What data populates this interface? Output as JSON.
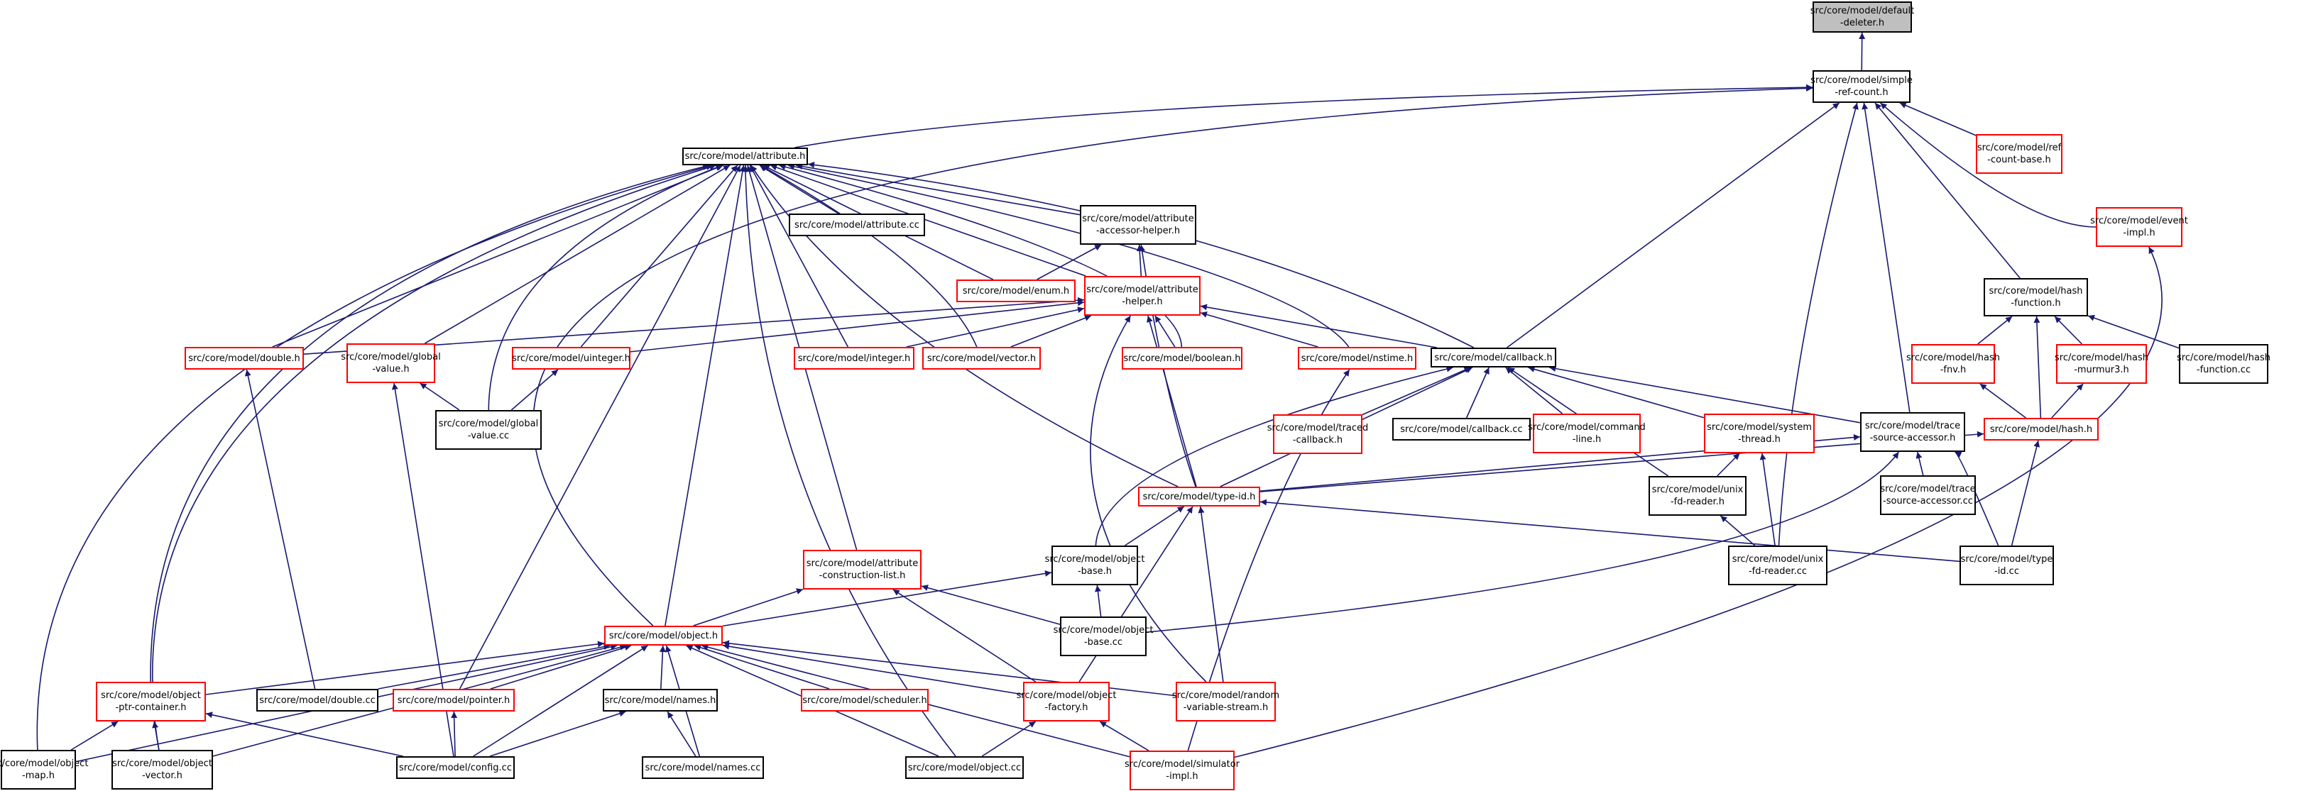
{
  "diagram": {
    "title": "",
    "colors": {
      "edge": "#191970",
      "black_border": "#000000",
      "red_border": "#ff0000",
      "root_fill": "#bfbfbf"
    },
    "nodes": [
      {
        "id": "default_deleter",
        "lines": [
          "src/core/model/default",
          "-deleter.h"
        ],
        "border": "root"
      },
      {
        "id": "simple_ref_count",
        "lines": [
          "src/core/model/simple",
          "-ref-count.h"
        ],
        "border": "black"
      },
      {
        "id": "ref_count_base",
        "lines": [
          "src/core/model/ref",
          "-count-base.h"
        ],
        "border": "red"
      },
      {
        "id": "event_impl",
        "lines": [
          "src/core/model/event",
          "-impl.h"
        ],
        "border": "red"
      },
      {
        "id": "attribute_h",
        "lines": [
          "src/core/model/attribute.h"
        ],
        "border": "black"
      },
      {
        "id": "attribute_cc",
        "lines": [
          "src/core/model/attribute.cc"
        ],
        "border": "black"
      },
      {
        "id": "attr_accessor_helper",
        "lines": [
          "src/core/model/attribute",
          "-accessor-helper.h"
        ],
        "border": "black"
      },
      {
        "id": "enum_h",
        "lines": [
          "src/core/model/enum.h"
        ],
        "border": "red"
      },
      {
        "id": "attr_helper",
        "lines": [
          "src/core/model/attribute",
          "-helper.h"
        ],
        "border": "red"
      },
      {
        "id": "hash_function_h",
        "lines": [
          "src/core/model/hash",
          "-function.h"
        ],
        "border": "black"
      },
      {
        "id": "hash_fnv",
        "lines": [
          "src/core/model/hash",
          "-fnv.h"
        ],
        "border": "red"
      },
      {
        "id": "hash_murmur3",
        "lines": [
          "src/core/model/hash",
          "-murmur3.h"
        ],
        "border": "red"
      },
      {
        "id": "hash_function_cc",
        "lines": [
          "src/core/model/hash",
          "-function.cc"
        ],
        "border": "black"
      },
      {
        "id": "double_h",
        "lines": [
          "src/core/model/double.h"
        ],
        "border": "red"
      },
      {
        "id": "global_value_h",
        "lines": [
          "src/core/model/global",
          "-value.h"
        ],
        "border": "red"
      },
      {
        "id": "uinteger_h",
        "lines": [
          "src/core/model/uinteger.h"
        ],
        "border": "red"
      },
      {
        "id": "integer_h",
        "lines": [
          "src/core/model/integer.h"
        ],
        "border": "red"
      },
      {
        "id": "vector_h",
        "lines": [
          "src/core/model/vector.h"
        ],
        "border": "red"
      },
      {
        "id": "boolean_h",
        "lines": [
          "src/core/model/boolean.h"
        ],
        "border": "red"
      },
      {
        "id": "nstime_h",
        "lines": [
          "src/core/model/nstime.h"
        ],
        "border": "red"
      },
      {
        "id": "callback_h",
        "lines": [
          "src/core/model/callback.h"
        ],
        "border": "black"
      },
      {
        "id": "global_value_cc",
        "lines": [
          "src/core/model/global",
          "-value.cc"
        ],
        "border": "black"
      },
      {
        "id": "traced_callback",
        "lines": [
          "src/core/model/traced",
          "-callback.h"
        ],
        "border": "red"
      },
      {
        "id": "callback_cc",
        "lines": [
          "src/core/model/callback.cc"
        ],
        "border": "black"
      },
      {
        "id": "command_line",
        "lines": [
          "src/core/model/command",
          "-line.h"
        ],
        "border": "red"
      },
      {
        "id": "system_thread",
        "lines": [
          "src/core/model/system",
          "-thread.h"
        ],
        "border": "red"
      },
      {
        "id": "trace_src_acc_h",
        "lines": [
          "src/core/model/trace",
          "-source-accessor.h"
        ],
        "border": "black"
      },
      {
        "id": "hash_h",
        "lines": [
          "src/core/model/hash.h"
        ],
        "border": "red"
      },
      {
        "id": "type_id_h",
        "lines": [
          "src/core/model/type-id.h"
        ],
        "border": "red"
      },
      {
        "id": "unix_fd_reader_h",
        "lines": [
          "src/core/model/unix",
          "-fd-reader.h"
        ],
        "border": "black"
      },
      {
        "id": "trace_src_acc_cc",
        "lines": [
          "src/core/model/trace",
          "-source-accessor.cc"
        ],
        "border": "black"
      },
      {
        "id": "attr_construction_list",
        "lines": [
          "src/core/model/attribute",
          "-construction-list.h"
        ],
        "border": "red"
      },
      {
        "id": "object_base_h",
        "lines": [
          "src/core/model/object",
          "-base.h"
        ],
        "border": "black"
      },
      {
        "id": "unix_fd_reader_cc",
        "lines": [
          "src/core/model/unix",
          "-fd-reader.cc"
        ],
        "border": "black"
      },
      {
        "id": "type_id_cc",
        "lines": [
          "src/core/model/type",
          "-id.cc"
        ],
        "border": "black"
      },
      {
        "id": "object_base_cc",
        "lines": [
          "src/core/model/object",
          "-base.cc"
        ],
        "border": "black"
      },
      {
        "id": "object_h",
        "lines": [
          "src/core/model/object.h"
        ],
        "border": "red"
      },
      {
        "id": "object_ptr_container",
        "lines": [
          "src/core/model/object",
          "-ptr-container.h"
        ],
        "border": "red"
      },
      {
        "id": "double_cc",
        "lines": [
          "src/core/model/double.cc"
        ],
        "border": "black"
      },
      {
        "id": "pointer_h",
        "lines": [
          "src/core/model/pointer.h"
        ],
        "border": "red"
      },
      {
        "id": "names_h",
        "lines": [
          "src/core/model/names.h"
        ],
        "border": "black"
      },
      {
        "id": "scheduler_h",
        "lines": [
          "src/core/model/scheduler.h"
        ],
        "border": "red"
      },
      {
        "id": "object_factory_h",
        "lines": [
          "src/core/model/object",
          "-factory.h"
        ],
        "border": "red"
      },
      {
        "id": "random_var_stream",
        "lines": [
          "src/core/model/random",
          "-variable-stream.h"
        ],
        "border": "red"
      },
      {
        "id": "object_map_h",
        "lines": [
          "src/core/model/object",
          "-map.h"
        ],
        "border": "black"
      },
      {
        "id": "object_vector_h",
        "lines": [
          "src/core/model/object",
          "-vector.h"
        ],
        "border": "black"
      },
      {
        "id": "config_cc",
        "lines": [
          "src/core/model/config.cc"
        ],
        "border": "black"
      },
      {
        "id": "names_cc",
        "lines": [
          "src/core/model/names.cc"
        ],
        "border": "black"
      },
      {
        "id": "object_cc",
        "lines": [
          "src/core/model/object.cc"
        ],
        "border": "black"
      },
      {
        "id": "simulator_impl",
        "lines": [
          "src/core/model/simulator",
          "-impl.h"
        ],
        "border": "red"
      }
    ],
    "edges": [
      [
        "simple_ref_count",
        "default_deleter"
      ],
      [
        "attribute_h",
        "simple_ref_count"
      ],
      [
        "ref_count_base",
        "simple_ref_count"
      ],
      [
        "event_impl",
        "simple_ref_count"
      ],
      [
        "hash_function_h",
        "simple_ref_count"
      ],
      [
        "callback_h",
        "simple_ref_count"
      ],
      [
        "trace_src_acc_h",
        "simple_ref_count"
      ],
      [
        "unix_fd_reader_cc",
        "simple_ref_count"
      ],
      [
        "object_h",
        "simple_ref_count"
      ],
      [
        "attribute_cc",
        "attribute_h"
      ],
      [
        "attr_accessor_helper",
        "attribute_h"
      ],
      [
        "enum_h",
        "attribute_h"
      ],
      [
        "attr_helper",
        "attribute_h"
      ],
      [
        "double_h",
        "attribute_h"
      ],
      [
        "global_value_h",
        "attribute_h"
      ],
      [
        "uinteger_h",
        "attribute_h"
      ],
      [
        "integer_h",
        "attribute_h"
      ],
      [
        "vector_h",
        "attribute_h"
      ],
      [
        "boolean_h",
        "attribute_h"
      ],
      [
        "nstime_h",
        "attribute_h"
      ],
      [
        "callback_h",
        "attribute_h"
      ],
      [
        "global_value_cc",
        "attribute_h"
      ],
      [
        "type_id_h",
        "attribute_h"
      ],
      [
        "attr_construction_list",
        "attribute_h"
      ],
      [
        "object_h",
        "attribute_h"
      ],
      [
        "object_ptr_container",
        "attribute_h"
      ],
      [
        "pointer_h",
        "attribute_h"
      ],
      [
        "object_map_h",
        "attribute_h"
      ],
      [
        "object_vector_h",
        "attribute_h"
      ],
      [
        "object_cc",
        "attribute_h"
      ],
      [
        "enum_h",
        "attr_accessor_helper"
      ],
      [
        "attr_helper",
        "attr_accessor_helper"
      ],
      [
        "type_id_h",
        "attr_accessor_helper"
      ],
      [
        "double_h",
        "attr_helper"
      ],
      [
        "uinteger_h",
        "attr_helper"
      ],
      [
        "integer_h",
        "attr_helper"
      ],
      [
        "vector_h",
        "attr_helper"
      ],
      [
        "boolean_h",
        "attr_helper"
      ],
      [
        "nstime_h",
        "attr_helper"
      ],
      [
        "callback_h",
        "attr_helper"
      ],
      [
        "type_id_h",
        "attr_helper"
      ],
      [
        "random_var_stream",
        "attr_helper"
      ],
      [
        "hash_fnv",
        "hash_function_h"
      ],
      [
        "hash_murmur3",
        "hash_function_h"
      ],
      [
        "hash_function_cc",
        "hash_function_h"
      ],
      [
        "hash_h",
        "hash_function_h"
      ],
      [
        "hash_h",
        "hash_fnv"
      ],
      [
        "hash_h",
        "hash_murmur3"
      ],
      [
        "global_value_cc",
        "global_value_h"
      ],
      [
        "config_cc",
        "global_value_h"
      ],
      [
        "global_value_cc",
        "uinteger_h"
      ],
      [
        "simulator_impl",
        "nstime_h"
      ],
      [
        "traced_callback",
        "callback_h"
      ],
      [
        "callback_cc",
        "callback_h"
      ],
      [
        "command_line",
        "callback_h"
      ],
      [
        "system_thread",
        "callback_h"
      ],
      [
        "trace_src_acc_h",
        "callback_h"
      ],
      [
        "unix_fd_reader_h",
        "callback_h"
      ],
      [
        "type_id_h",
        "callback_h"
      ],
      [
        "object_base_h",
        "callback_h"
      ],
      [
        "unix_fd_reader_h",
        "system_thread"
      ],
      [
        "unix_fd_reader_cc",
        "system_thread"
      ],
      [
        "type_id_h",
        "trace_src_acc_h"
      ],
      [
        "trace_src_acc_cc",
        "trace_src_acc_h"
      ],
      [
        "type_id_cc",
        "trace_src_acc_h"
      ],
      [
        "object_base_cc",
        "trace_src_acc_h"
      ],
      [
        "type_id_h",
        "hash_h"
      ],
      [
        "type_id_cc",
        "hash_h"
      ],
      [
        "unix_fd_reader_cc",
        "unix_fd_reader_h"
      ],
      [
        "object_base_h",
        "type_id_h"
      ],
      [
        "type_id_cc",
        "type_id_h"
      ],
      [
        "object_factory_h",
        "type_id_h"
      ],
      [
        "random_var_stream",
        "type_id_h"
      ],
      [
        "object_h",
        "attr_construction_list"
      ],
      [
        "object_factory_h",
        "attr_construction_list"
      ],
      [
        "object_base_cc",
        "attr_construction_list"
      ],
      [
        "object_h",
        "object_base_h"
      ],
      [
        "object_base_cc",
        "object_base_h"
      ],
      [
        "object_ptr_container",
        "object_h"
      ],
      [
        "double_cc",
        "object_h"
      ],
      [
        "pointer_h",
        "object_h"
      ],
      [
        "names_h",
        "object_h"
      ],
      [
        "scheduler_h",
        "object_h"
      ],
      [
        "object_factory_h",
        "object_h"
      ],
      [
        "random_var_stream",
        "object_h"
      ],
      [
        "object_map_h",
        "object_h"
      ],
      [
        "object_vector_h",
        "object_h"
      ],
      [
        "config_cc",
        "object_h"
      ],
      [
        "names_cc",
        "object_h"
      ],
      [
        "object_cc",
        "object_h"
      ],
      [
        "simulator_impl",
        "object_h"
      ],
      [
        "double_cc",
        "double_h"
      ],
      [
        "object_map_h",
        "object_ptr_container"
      ],
      [
        "object_vector_h",
        "object_ptr_container"
      ],
      [
        "config_cc",
        "object_ptr_container"
      ],
      [
        "config_cc",
        "pointer_h"
      ],
      [
        "config_cc",
        "names_h"
      ],
      [
        "names_cc",
        "names_h"
      ],
      [
        "object_cc",
        "object_factory_h"
      ],
      [
        "simulator_impl",
        "object_factory_h"
      ],
      [
        "simulator_impl",
        "event_impl"
      ]
    ]
  }
}
